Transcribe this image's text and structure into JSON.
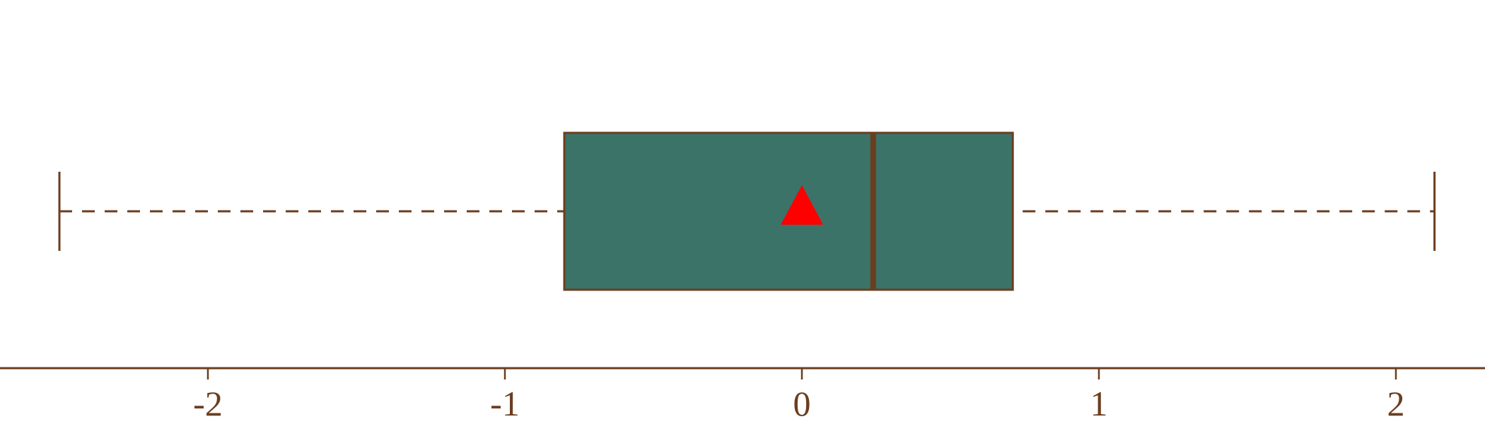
{
  "chart_data": {
    "type": "boxplot",
    "orientation": "horizontal",
    "xlim": [
      -2.7,
      2.3
    ],
    "xticks": [
      -2,
      -1,
      0,
      1,
      2
    ],
    "tick_labels": [
      "-2",
      "-1",
      "0",
      "1",
      "2"
    ],
    "box": {
      "whisker_low": -2.5,
      "q1": -0.8,
      "median": 0.24,
      "mean": 0.0,
      "q3": 0.71,
      "whisker_high": 2.13
    },
    "grid": false
  },
  "colors": {
    "box_fill": "#3b7369",
    "line": "#6b3e1f",
    "mean_marker": "#ff0000"
  }
}
